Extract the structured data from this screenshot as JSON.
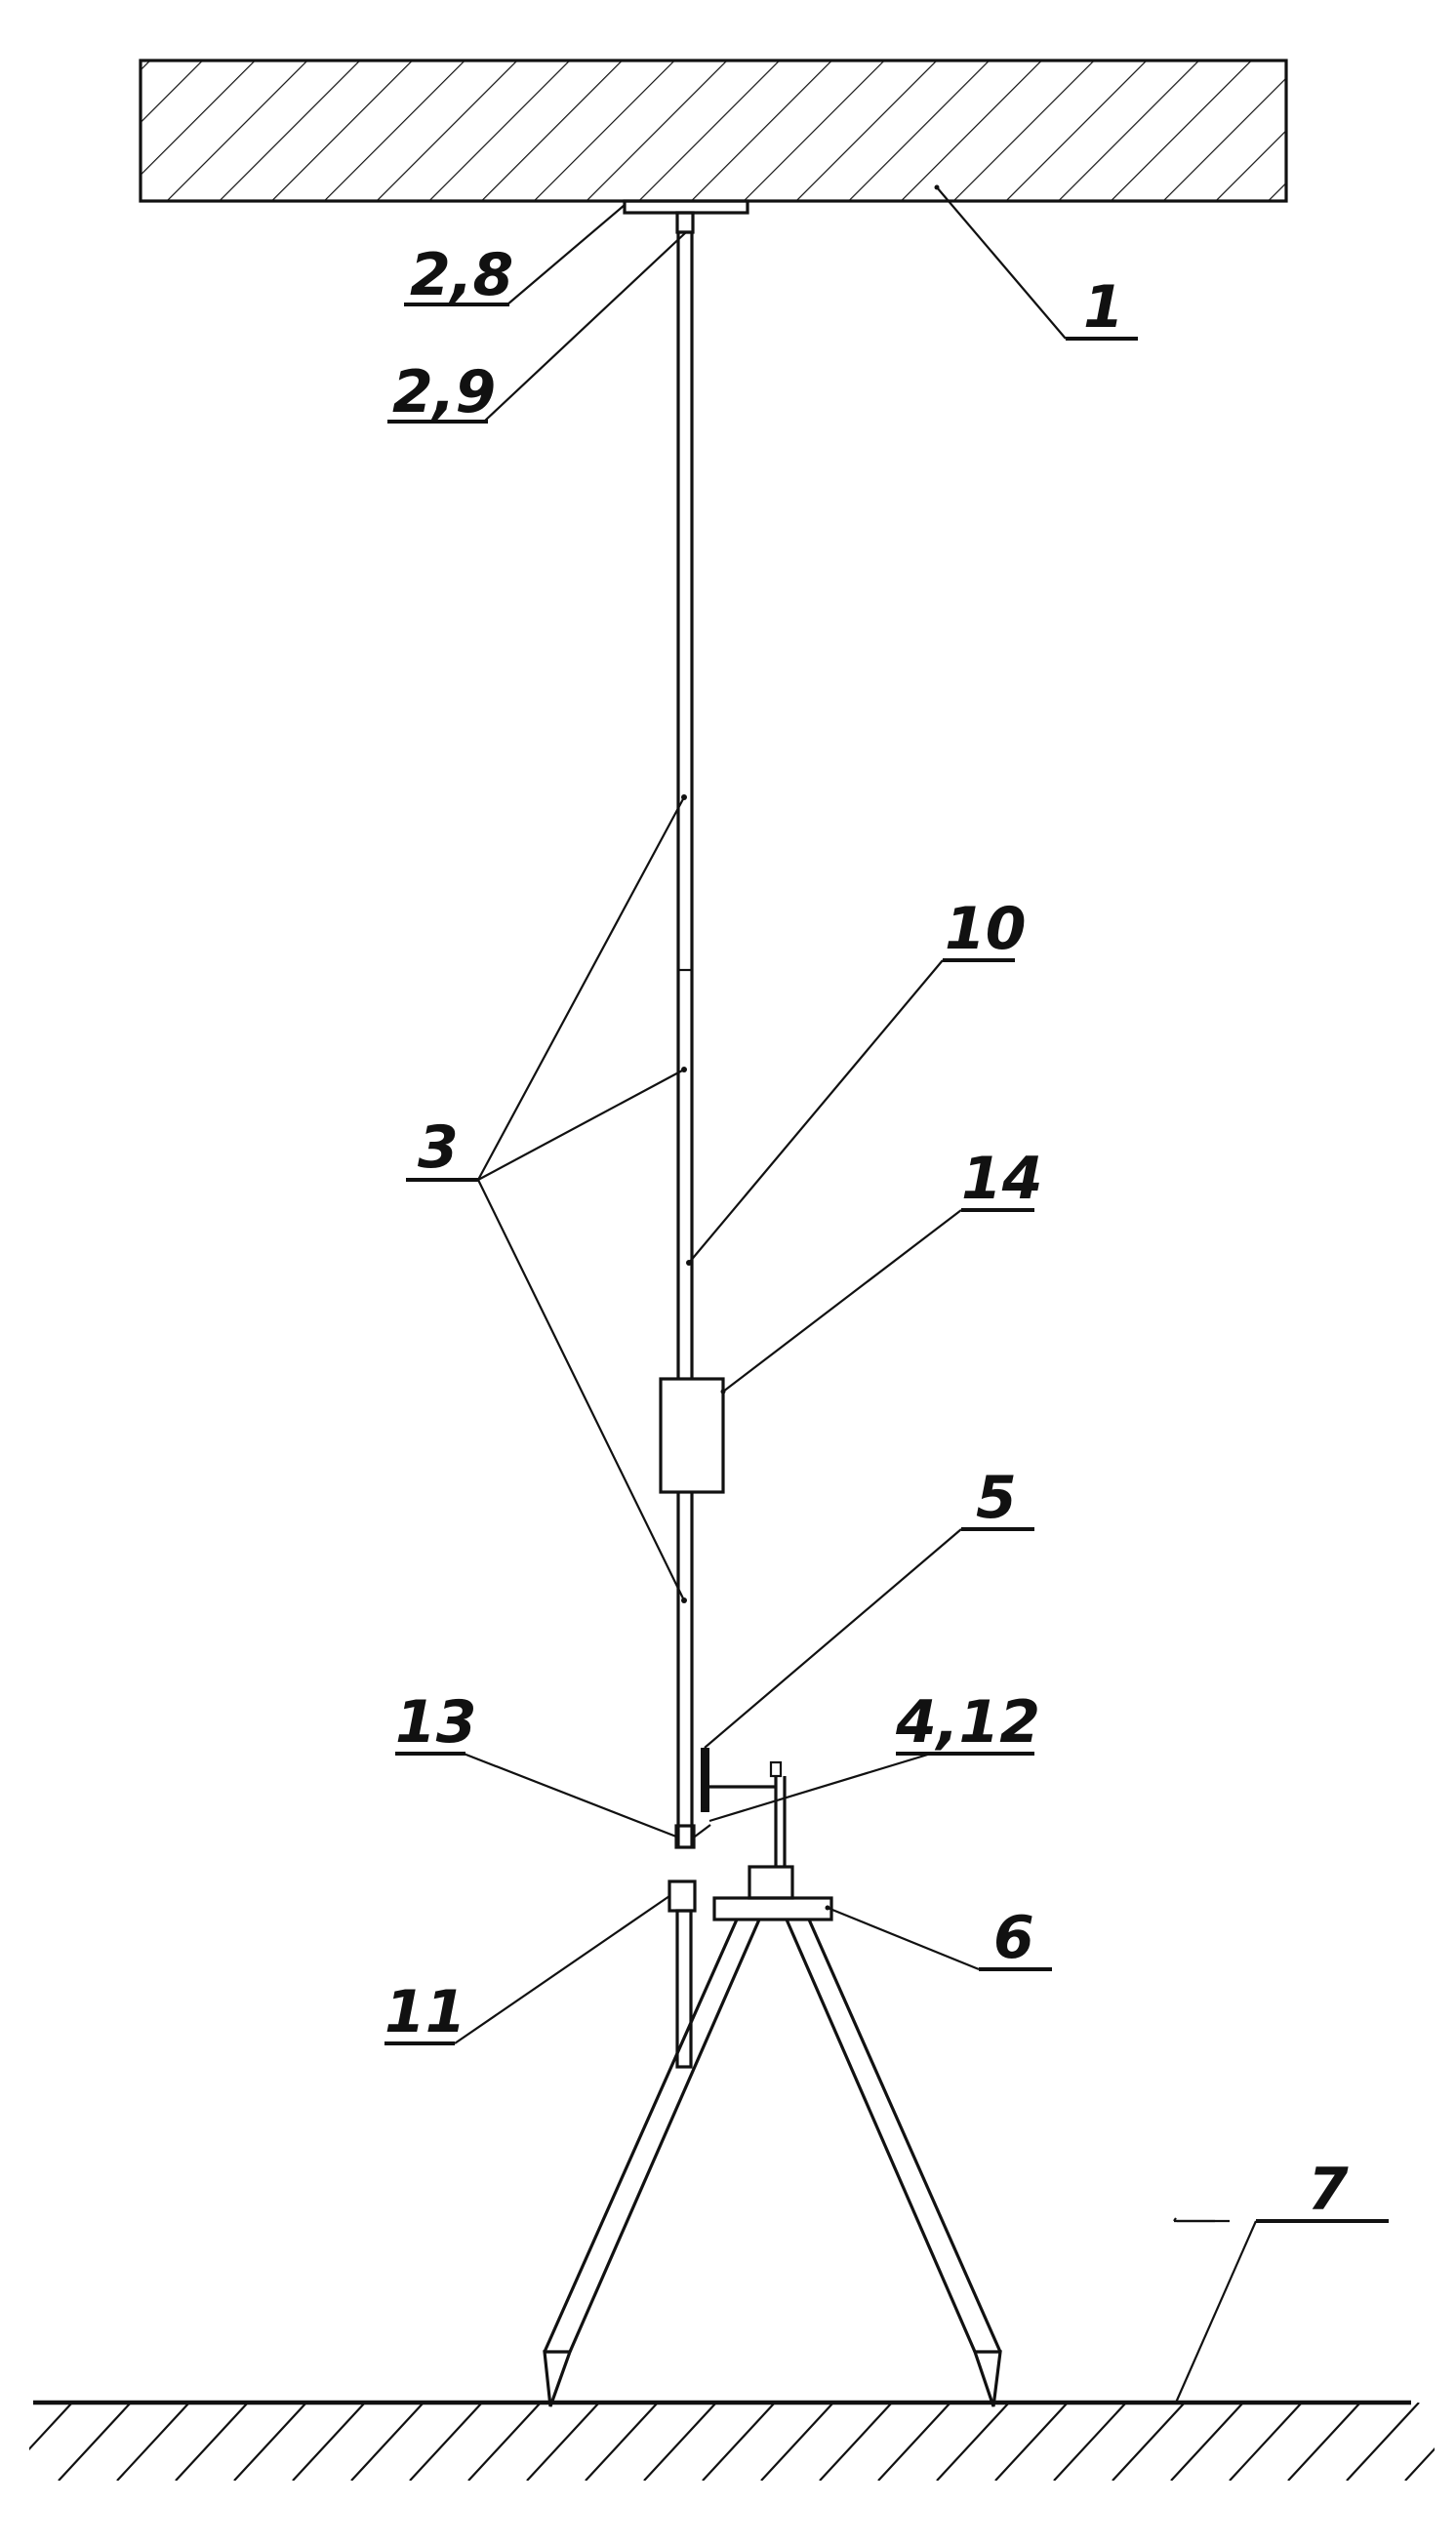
{
  "labels": {
    "l1": "1",
    "l28": "2,8",
    "l29": "2,9",
    "l3": "3",
    "l10": "10",
    "l14": "14",
    "l5": "5",
    "l13": "13",
    "l412": "4,12",
    "l11": "11",
    "l6": "6",
    "l7": "7"
  },
  "colors": {
    "ink": "#111111",
    "background": "#ffffff"
  }
}
